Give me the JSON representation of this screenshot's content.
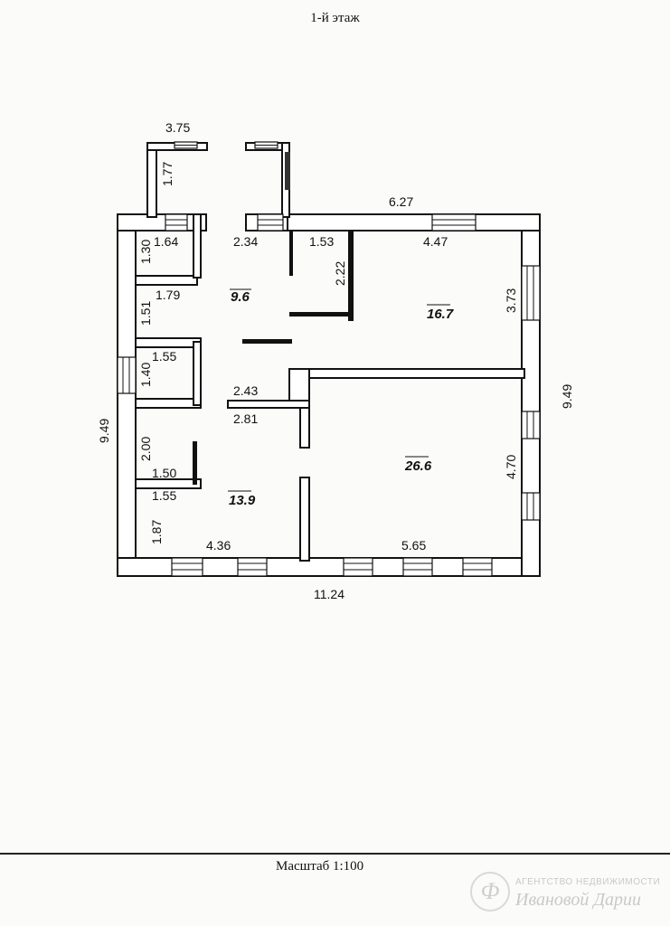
{
  "title": "1-й этаж",
  "scale_text": "Масштаб 1:100",
  "brand": {
    "line1": "АГЕНТСТВО НЕДВИЖИМОСТИ",
    "line2": "Ивановой Дарии"
  },
  "areas": {
    "hall": "9.6",
    "room_ne": "16.7",
    "room_se": "26.6",
    "room_sw": "13.9"
  },
  "dimensions": {
    "porch_width": "3.75",
    "porch_depth": "1.77",
    "north_wall": "6.27",
    "east_wall": "9.49",
    "west_wall": "9.49",
    "south_wall": "11.24",
    "r1_w": "1.64",
    "r1_h": "1.30",
    "corr_w": "2.34",
    "closet_w": "1.53",
    "closet_h": "2.22",
    "ne_w": "4.47",
    "ne_h": "3.73",
    "r2_w": "1.79",
    "r2_h": "1.51",
    "r3_w": "1.55",
    "r3_h": "1.40",
    "corr2_a": "2.43",
    "corr2_b": "2.81",
    "r4_h": "2.00",
    "r4_w": "1.50",
    "sw_w_top": "1.55",
    "sw_h": "1.87",
    "sw_w": "4.36",
    "se_h": "4.70",
    "se_w": "5.65"
  }
}
